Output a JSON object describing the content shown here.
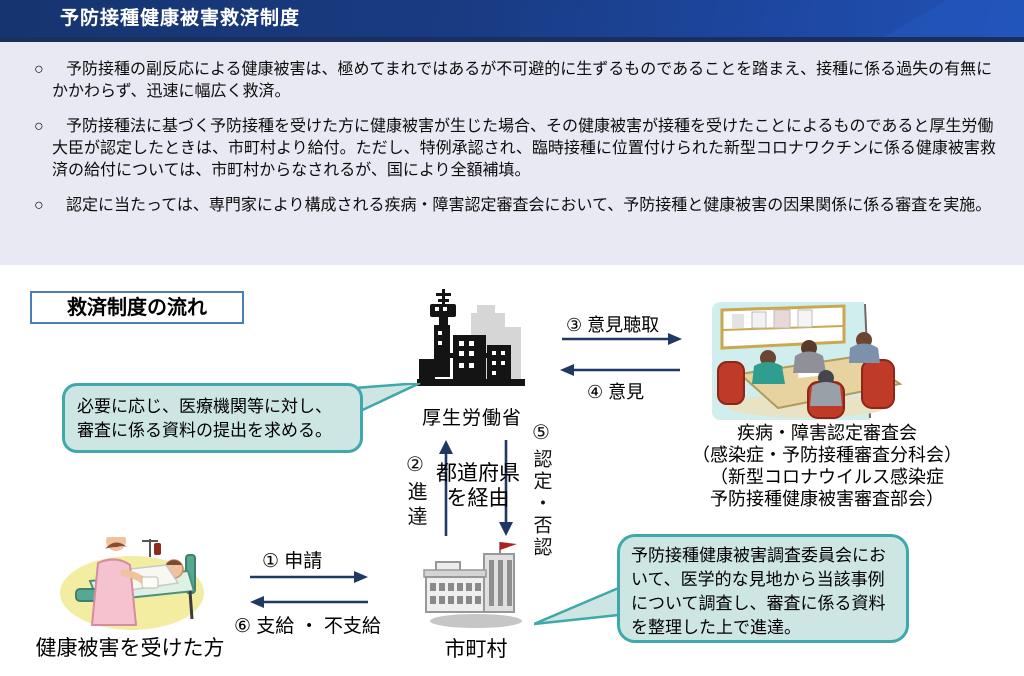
{
  "header": {
    "title": "予防接種健康被害救済制度"
  },
  "bullets": [
    {
      "marker": "○",
      "text": "予防接種の副反応による健康被害は、極めてまれではあるが不可避的に生ずるものであることを踏まえ、接種に係る過失の有無にかかわらず、迅速に幅広く救済。"
    },
    {
      "marker": "○",
      "text": "予防接種法に基づく予防接種を受けた方に健康被害が生じた場合、その健康被害が接種を受けたことによるものであると厚生労働大臣が認定したときは、市町村より給付。ただし、特例承認され、臨時接種に位置付けられた新型コロナワクチンに係る健康被害救済の給付については、市町村からなされるが、国により全額補填。"
    },
    {
      "marker": "○",
      "text": "認定に当たっては、専門家により構成される疾病・障害認定審査会において、予防接種と健康被害の因果関係に係る審査を実施。"
    }
  ],
  "flow": {
    "section_title": "救済制度の流れ",
    "nodes": {
      "mhlw": {
        "label": "厚生労働省",
        "icon": "government-buildings-icon"
      },
      "council": {
        "icon": "committee-meeting-clipart",
        "label_lines": [
          "疾病・障害認定審査会",
          "（感染症・予防接種審査分科会）",
          "（新型コロナウイルス感染症",
          "予防接種健康被害審査部会）"
        ]
      },
      "municipality": {
        "label": "市町村",
        "icon": "city-hall-icon"
      },
      "victim": {
        "label": "健康被害を受けた方",
        "icon": "patient-in-bed-clipart"
      }
    },
    "arrows": {
      "a1": "① 申請",
      "a6": "⑥ 支給 ・ 不支給",
      "a3": "③ 意見聴取",
      "a4": "④ 意見",
      "a2_num": "②",
      "a2_label": "進達",
      "via_line1": "都道府県",
      "via_line2": "を経由",
      "a5_num": "⑤",
      "a5_label": "認定・否認"
    },
    "bubbles": {
      "left": "必要に応じ、医療機関等に対し、審査に係る資料の提出を求める。",
      "right": "予防接種健康被害調査委員会において、医学的な見地から当該事例について調査し、審査に係る資料を整理した上で進達。"
    }
  },
  "colors": {
    "header_gradient_left": "#16346f",
    "header_gradient_right": "#2152b6",
    "header_strip": "#1b2f5e",
    "summary_background": "#e9e9f3",
    "arrow_navy": "#1f3864",
    "bubble_fill": "#cde6e3",
    "bubble_border": "#3fa8ab",
    "title_box_border": "#4a7ebb",
    "flag_red": "#b02020"
  }
}
